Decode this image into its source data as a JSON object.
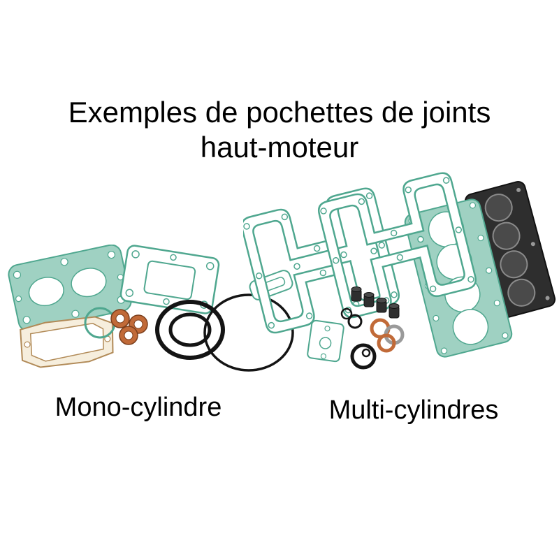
{
  "title": {
    "line1": "Exemples de pochettes de joints",
    "line2": "haut-moteur"
  },
  "groups": {
    "mono": {
      "label": "Mono-cylindre"
    },
    "multi": {
      "label": "Multi-cylindres"
    }
  },
  "colors": {
    "background": "#ffffff",
    "text": "#000000",
    "teal_stroke": "#4fa78f",
    "teal_fill": "#9fd1c2",
    "tan_stroke": "#b18a57",
    "tan_fill": "#f6eedd",
    "copper_fill": "#c16a38",
    "copper_stroke": "#7c3f1d",
    "rubber_black": "#141414",
    "metal_dark": "#2e2e2e",
    "metal_light": "#9a9a9a"
  }
}
